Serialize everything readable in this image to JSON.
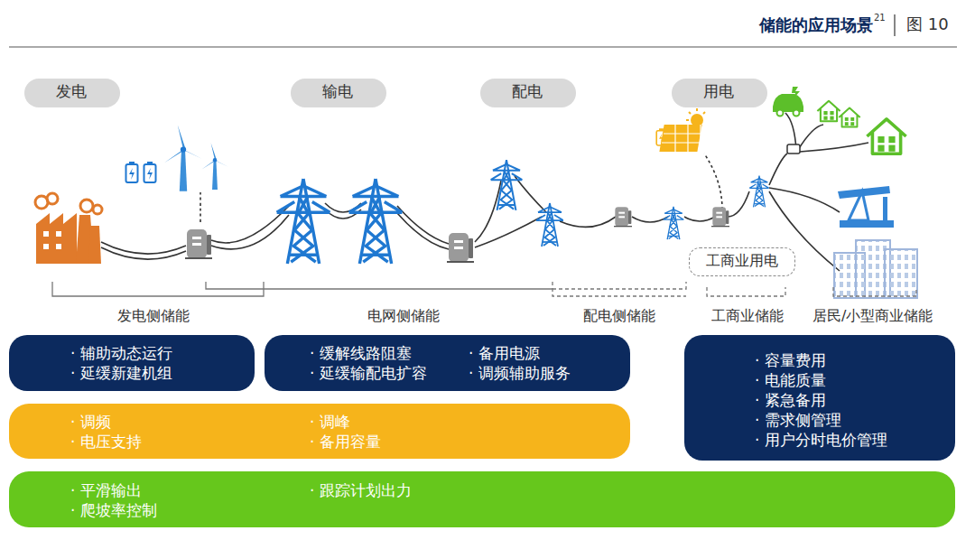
{
  "diagram": {
    "title": "储能的应用场景",
    "nodes": [
      {
        "text": [
          "发电"
        ]
      },
      {
        "text": [
          "输电"
        ]
      },
      {
        "text": [
          "配电"
        ]
      },
      {
        "text": [
          "用电"
        ]
      },
      {
        "text": [
          "工商业用电"
        ]
      },
      {
        "text": [
          "· 辅助动态运行",
          "· 延缓新建机组"
        ]
      },
      {
        "text": [
          "· 缓解线路阻塞",
          "· 延缓输配电扩容",
          "· 备用电源",
          "· 调频辅助服务"
        ]
      },
      {
        "text": [
          "· 容量费用",
          "· 电能质量",
          "· 紧急备用",
          "· 需求侧管理",
          "· 用户分时电价管理"
        ]
      },
      {
        "text": [
          "· 调频",
          "· 电压支持",
          "· 调峰",
          "· 备用容量"
        ]
      },
      {
        "text": [
          "· 平滑输出",
          "· 爬坡率控制",
          "· 跟踪计划出力"
        ]
      }
    ],
    "labels": [
      "21",
      "图 10",
      "发电侧储能",
      "电网侧储能",
      "配电侧储能",
      "工商业储能",
      "居民/小型商业储能"
    ]
  }
}
